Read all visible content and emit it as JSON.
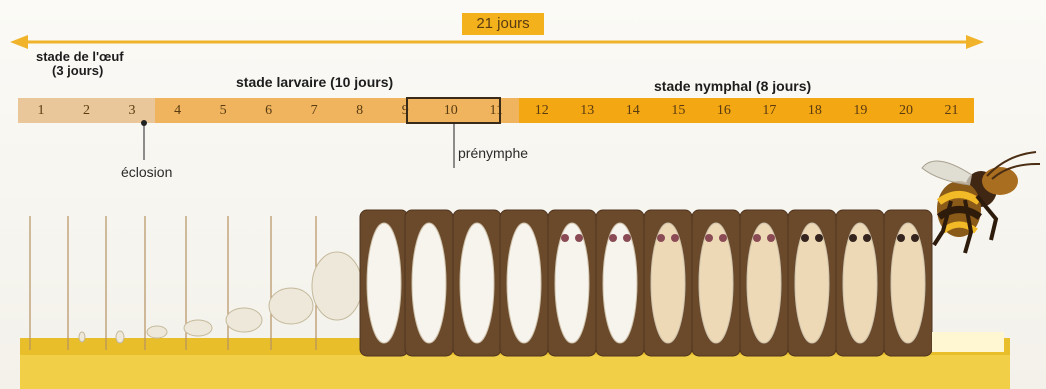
{
  "title": "21 jours",
  "stages": {
    "egg": "stade de l'œuf",
    "egg_duration": "(3 jours)",
    "larva": "stade larvaire (10 jours)",
    "pupa": "stade nymphal (8 jours)"
  },
  "days": [
    "1",
    "2",
    "3",
    "4",
    "5",
    "6",
    "7",
    "8",
    "9",
    "10",
    "11",
    "12",
    "13",
    "14",
    "15",
    "16",
    "17",
    "18",
    "19",
    "20",
    "21"
  ],
  "annotations": {
    "hatching": "éclosion",
    "prepupa": "prénymphe"
  },
  "colors": {
    "egg_band": "#e9c79a",
    "larva_band": "#efb45d",
    "pupa_band": "#f2a713",
    "arrow": "#f0b32a",
    "cell_wax": "#6a4a2a",
    "honey": "#e8be2b"
  }
}
